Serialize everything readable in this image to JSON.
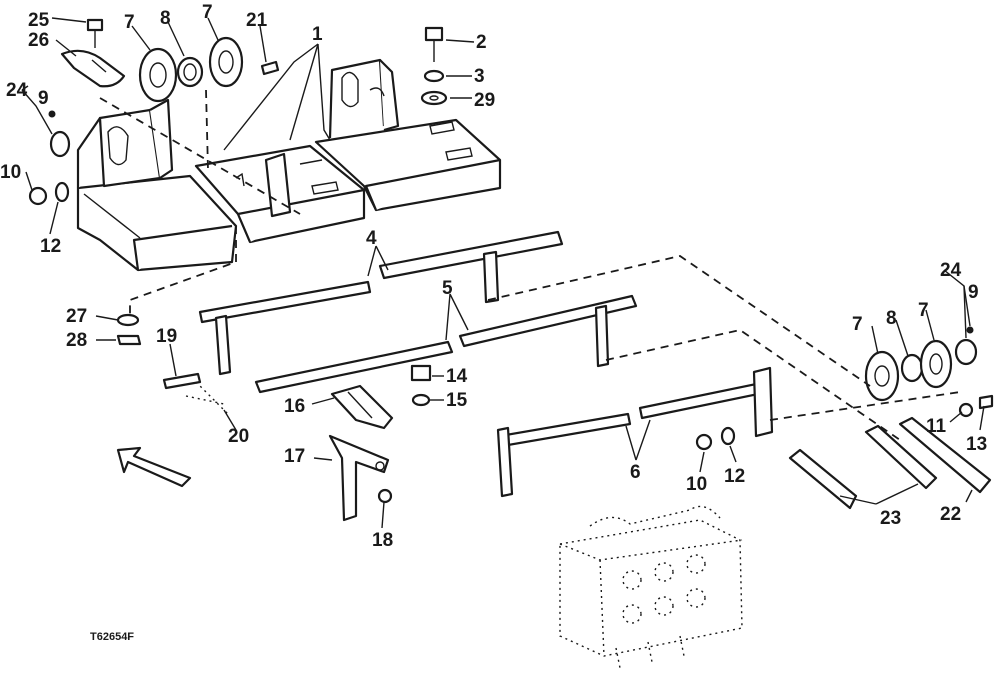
{
  "figure_id": "T62654F",
  "callouts": {
    "c1": "1",
    "c2": "2",
    "c3": "3",
    "c4": "4",
    "c5": "5",
    "c6": "6",
    "c7a": "7",
    "c7b": "7",
    "c7c": "7",
    "c7d": "7",
    "c8a": "8",
    "c8b": "8",
    "c9a": "9",
    "c9b": "9",
    "c10a": "10",
    "c10b": "10",
    "c11": "11",
    "c12a": "12",
    "c12b": "12",
    "c13": "13",
    "c14": "14",
    "c15": "15",
    "c16": "16",
    "c17": "17",
    "c18": "18",
    "c19": "19",
    "c20": "20",
    "c21": "21",
    "c22": "22",
    "c23": "23",
    "c24a": "24",
    "c24b": "24",
    "c25": "25",
    "c26": "26",
    "c27": "27",
    "c28": "28",
    "c29": "29"
  }
}
